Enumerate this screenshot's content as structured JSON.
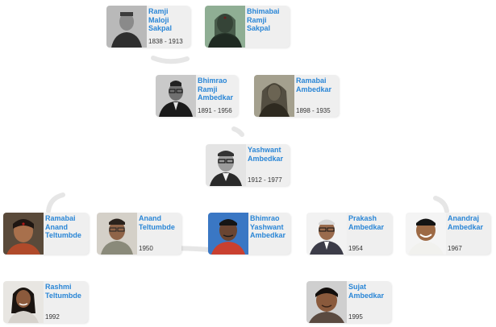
{
  "colors": {
    "name": "#2a86d6",
    "card": "#efefef",
    "connector": "#e8e8e8"
  },
  "people": [
    {
      "id": "ramji",
      "name": "Ramji\nMaloji\nSakpal",
      "years": "1838 - 1913",
      "photo": "bw-man"
    },
    {
      "id": "bhimabai",
      "name": "Bhimabai\nRamji\nSakpal",
      "years": "",
      "photo": "woman-green"
    },
    {
      "id": "bhimrao",
      "name": "Bhimrao\nRamji\nAmbedkar",
      "years": "1891 - 1956",
      "photo": "bw-man-glasses"
    },
    {
      "id": "ramabai",
      "name": "Ramabai\nAmbedkar",
      "years": "1898 - 1935",
      "photo": "bw-woman"
    },
    {
      "id": "yashwant",
      "name": "Yashwant\nAmbedkar",
      "years": "1912 - 1977",
      "photo": "bw-man-glasses"
    },
    {
      "id": "ramabai-t",
      "name": "Ramabai\nAnand\nTeltumbde",
      "years": "",
      "photo": "color-woman"
    },
    {
      "id": "anand",
      "name": "Anand\nTeltumbde",
      "years": "1950",
      "photo": "color-man-glasses"
    },
    {
      "id": "bhimrao-y",
      "name": "Bhimrao\nYashwant\nAmbedkar",
      "years": "",
      "photo": "color-man-blue"
    },
    {
      "id": "prakash",
      "name": "Prakash\nAmbedkar",
      "years": "1954",
      "photo": "color-man-glasses"
    },
    {
      "id": "anandraj",
      "name": "Anandraj\nAmbedkar",
      "years": "1967",
      "photo": "color-man-smile"
    },
    {
      "id": "rashmi",
      "name": "Rashmi\nTeltumbde",
      "years": "1992",
      "photo": "color-girl"
    },
    {
      "id": "sujat",
      "name": "Sujat\nAmbedkar",
      "years": "1995",
      "photo": "color-young-man"
    }
  ]
}
